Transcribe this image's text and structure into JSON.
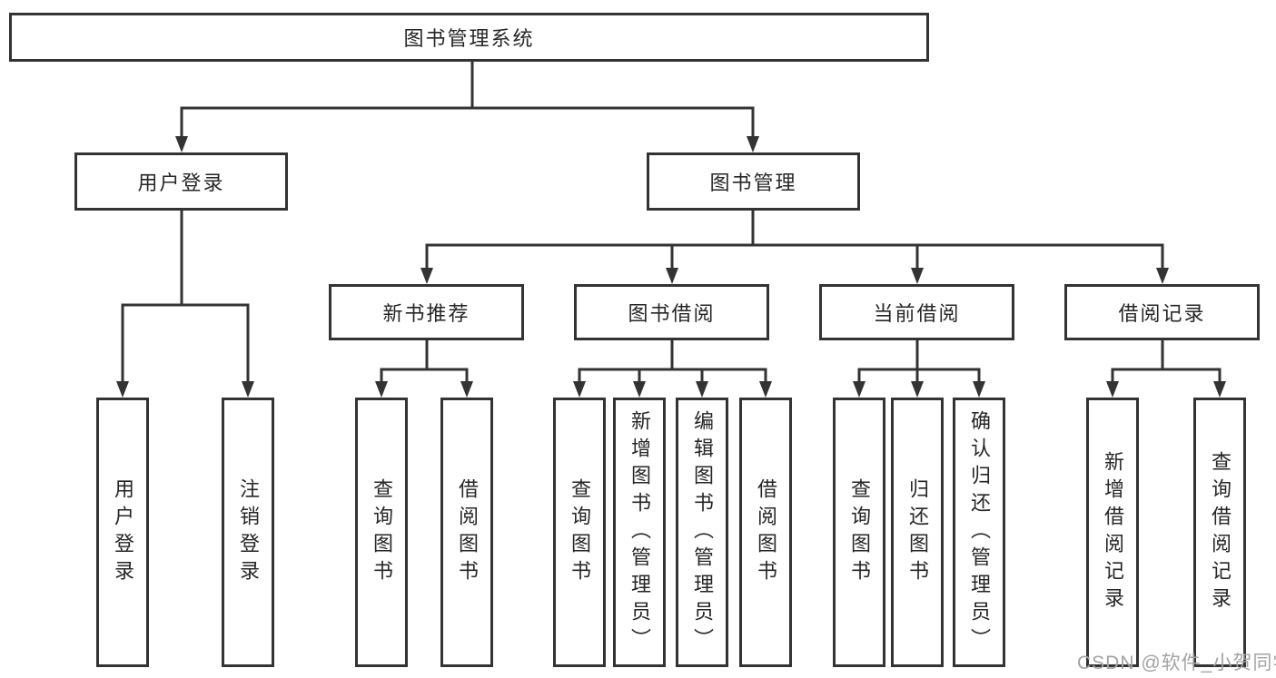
{
  "watermark": {
    "text": "CSDN @软件_小贺同学",
    "color": "#a3a3a3"
  },
  "colors": {
    "line": "#333333",
    "box_border": "#333333",
    "text": "#262626",
    "background": "#ffffff"
  },
  "tree": {
    "root": {
      "label": "图书管理系统"
    },
    "level2": [
      {
        "id": "user-login",
        "label": "用户登录",
        "children": [
          {
            "id": "user-login-leaf",
            "label": "用户登录"
          },
          {
            "id": "logout-leaf",
            "label": "注销登录"
          }
        ]
      },
      {
        "id": "book-management",
        "label": "图书管理",
        "children": [
          {
            "id": "new-book-recommend",
            "label": "新书推荐",
            "children": [
              {
                "id": "query-books",
                "label": "查询图书"
              },
              {
                "id": "borrow-books",
                "label": "借阅图书"
              }
            ]
          },
          {
            "id": "book-borrowing",
            "label": "图书借阅",
            "children": [
              {
                "id": "query-books",
                "label": "查询图书"
              },
              {
                "id": "add-book-admin",
                "label": "新增图书（管理员）"
              },
              {
                "id": "edit-book-admin",
                "label": "编辑图书（管理员）"
              },
              {
                "id": "borrow-books",
                "label": "借阅图书"
              }
            ]
          },
          {
            "id": "current-borrowing",
            "label": "当前借阅",
            "children": [
              {
                "id": "query-books",
                "label": "查询图书"
              },
              {
                "id": "return-books",
                "label": "归还图书"
              },
              {
                "id": "confirm-return-admin",
                "label": "确认归还（管理员）"
              }
            ]
          },
          {
            "id": "borrowing-records",
            "label": "借阅记录",
            "children": [
              {
                "id": "add-borrow-record",
                "label": "新增借阅记录"
              },
              {
                "id": "query-borrow-record",
                "label": "查询借阅记录"
              }
            ]
          }
        ]
      }
    ]
  }
}
